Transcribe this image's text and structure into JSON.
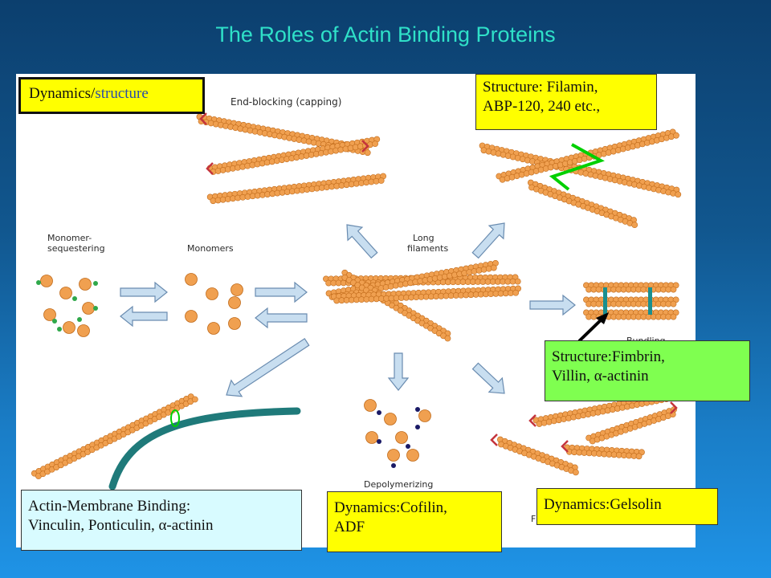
{
  "title": "The Roles of Actin Binding Proteins",
  "figure_labels": {
    "capping": "End-blocking (capping)",
    "monomer_sequestering_1": "Monomer-",
    "monomer_sequestering_2": "sequestering",
    "monomers": "Monomers",
    "long_filaments_1": "Long",
    "long_filaments_2": "filaments",
    "bundling": "Bundling",
    "depolymerizing": "Depolymerizing",
    "fragmenting": "F"
  },
  "boxes": {
    "dynamics_structure_a": "Dynamics/",
    "dynamics_structure_b": "structure",
    "filamin_1": "Structure: Filamin,",
    "filamin_2": "ABP-120, 240 etc.,",
    "fimbrin_1": "Structure:Fimbrin,",
    "fimbrin_2": "Villin, α-actinin",
    "membrane_1": "Actin-Membrane Binding:",
    "membrane_2": "Vinculin, Ponticulin, α-actinin",
    "cofilin_1": "Dynamics:Cofilin,",
    "cofilin_2": "ADF",
    "gelsolin": "Dynamics:Gelsolin"
  },
  "colors": {
    "actin": "#f0a050",
    "actin_edge": "#c06a1a",
    "sequester_dot": "#2fa84a",
    "cofilin_dot": "#1a1a66",
    "cap": "#c4343c",
    "crosslink": "#00d000",
    "bundle_link": "#1a8f8f",
    "membrane": "#1f7a7a",
    "arrow_fill": "#c8def0",
    "arrow_edge": "#6a8cb0"
  }
}
